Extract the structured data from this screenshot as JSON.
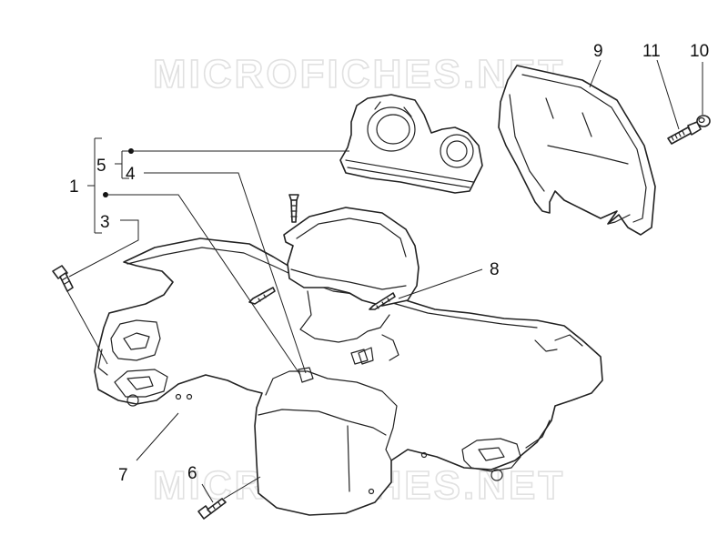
{
  "watermark": {
    "top": "MICROFICHES.NET",
    "bottom": "MICROFICHES.NET"
  },
  "callouts": [
    {
      "id": "1",
      "text": "1"
    },
    {
      "id": "3",
      "text": "3"
    },
    {
      "id": "4",
      "text": "4"
    },
    {
      "id": "5",
      "text": "5"
    },
    {
      "id": "6",
      "text": "6"
    },
    {
      "id": "7",
      "text": "7"
    },
    {
      "id": "8",
      "text": "8"
    },
    {
      "id": "9",
      "text": "9"
    },
    {
      "id": "10",
      "text": "10"
    },
    {
      "id": "11",
      "text": "11"
    }
  ],
  "colors": {
    "ink": "#222222",
    "watermark": "#e1e1e1",
    "background": "#ffffff"
  }
}
